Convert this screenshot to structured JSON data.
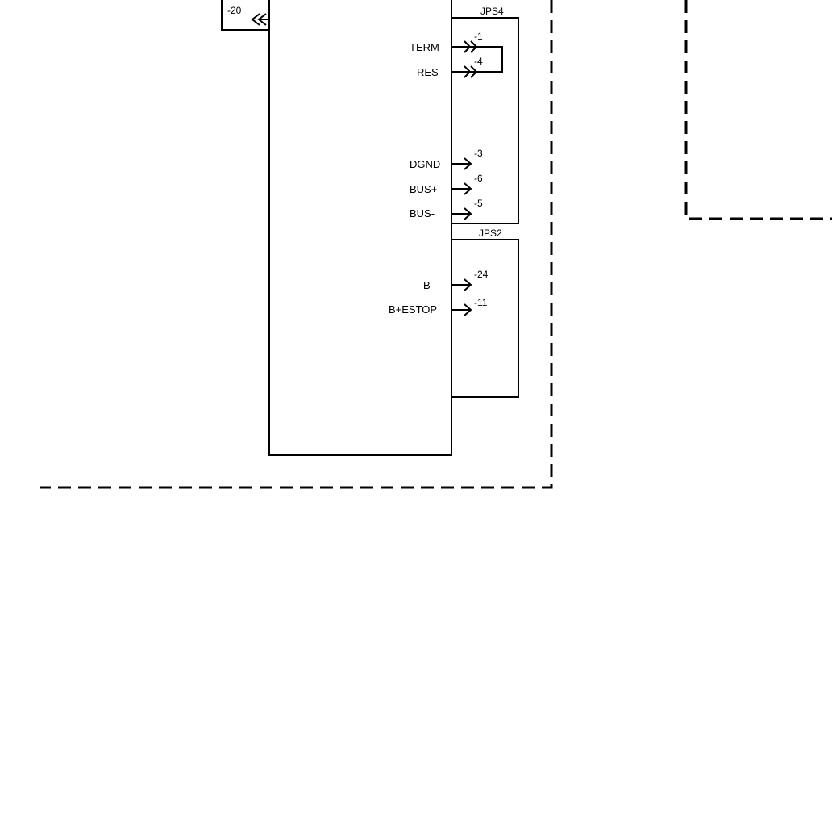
{
  "schematic": {
    "left_connector": {
      "pin": "-20"
    },
    "jps4": {
      "name": "JPS4",
      "signals": [
        {
          "label": "TERM",
          "pin": "-1"
        },
        {
          "label": "RES",
          "pin": "-4"
        },
        {
          "label": "DGND",
          "pin": "-3"
        },
        {
          "label": "BUS+",
          "pin": "-6"
        },
        {
          "label": "BUS-",
          "pin": "-5"
        }
      ]
    },
    "jps2": {
      "name": "JPS2",
      "signals": [
        {
          "label": "B-",
          "pin": "-24"
        },
        {
          "label": "B+ESTOP",
          "pin": "-11"
        }
      ]
    }
  }
}
